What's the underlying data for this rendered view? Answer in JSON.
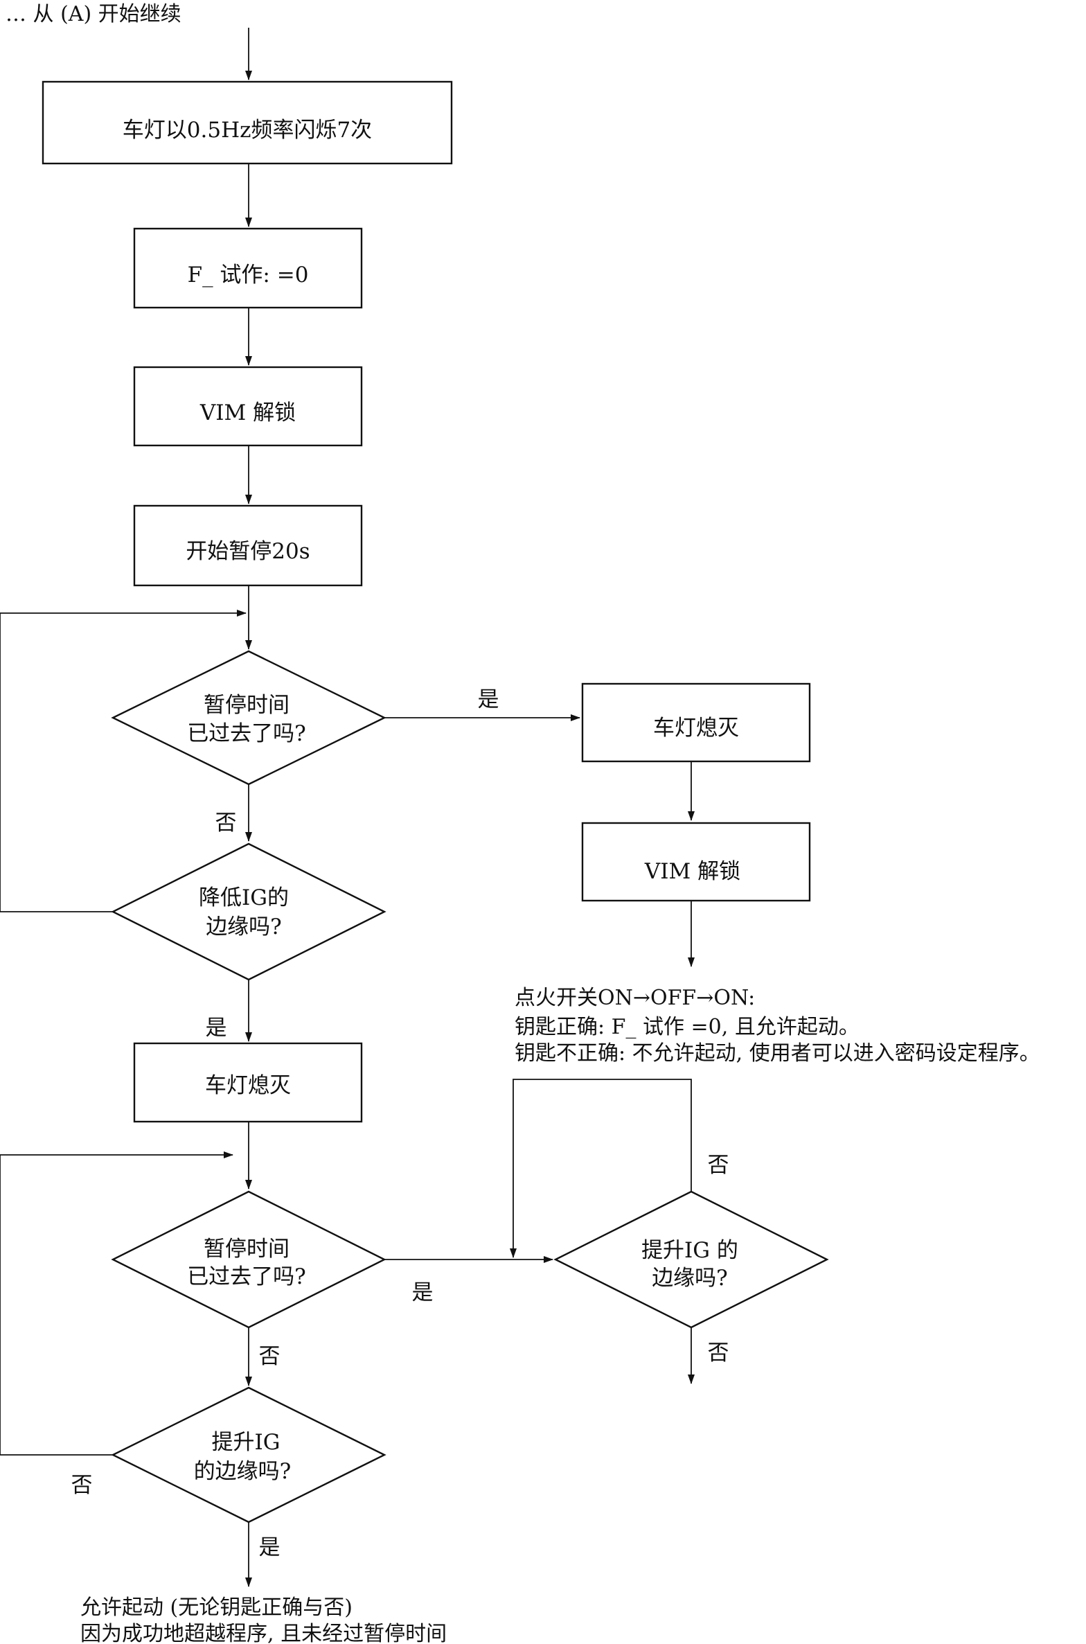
{
  "start_label": "… 从 (A) 开始继续",
  "nodes": {
    "flash7": "车灯以0.5Hz频率闪烁7次",
    "f_trial_zero": "F_ 试作: =0",
    "vim_unlock_1": "VIM 解锁",
    "start_pause": "开始暂停20s",
    "pause_elapsed_1": [
      "暂停时间",
      "已过去了吗?"
    ],
    "lamp_off_1": "车灯熄灭",
    "vim_unlock_2": "VIM 解锁",
    "ig_falling_edge": [
      "降低IG的",
      "边缘吗?"
    ],
    "lamp_off_2": "车灯熄灭",
    "pause_elapsed_2": [
      "暂停时间",
      "已过去了吗?"
    ],
    "ig_rising_edge_right": [
      "提升IG 的",
      "边缘吗?"
    ],
    "ig_rising_edge_bottom": [
      "提升IG",
      "的边缘吗?"
    ]
  },
  "labels": {
    "yes": "是",
    "no": "否"
  },
  "notes": {
    "ignition_cycle": [
      "点火开关ON→OFF→ON:",
      "钥匙正确: F_ 试作 =0, 且允许起动。",
      "钥匙不正确: 不允许起动, 使用者可以进入密码设定程序。"
    ],
    "allow_start": [
      "允许起动 (无论钥匙正确与否)",
      "因为成功地超越程序, 且未经过暂停时间"
    ]
  }
}
